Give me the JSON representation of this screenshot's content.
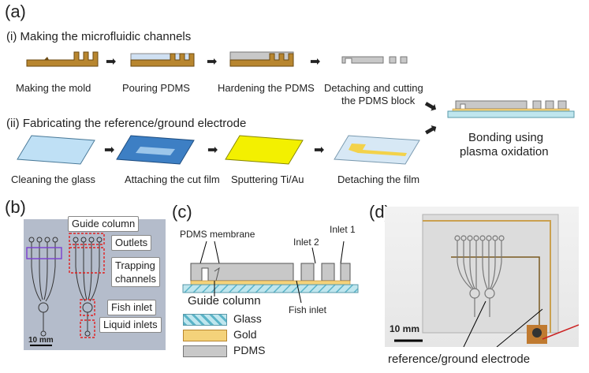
{
  "panel_a": {
    "label": "(a)",
    "section1_title": "(i) Making the microfluidic channels",
    "section1_steps": [
      "Making the mold",
      "Pouring PDMS",
      "Hardening the PDMS",
      "Detaching and cutting",
      "the PDMS block"
    ],
    "section2_title": "(ii) Fabricating the reference/ground electrode",
    "section2_steps": [
      "Cleaning the glass",
      "Attaching the cut film",
      "Sputtering Ti/Au",
      "Detaching the film"
    ],
    "final_step": [
      "Bonding using",
      "plasma oxidation"
    ]
  },
  "panel_b": {
    "label": "(b)",
    "callouts": [
      "Guide column",
      "Outlets",
      "Trapping",
      "channels",
      "Fish inlet",
      "Liquid inlets"
    ],
    "scale_bar": "10 mm"
  },
  "panel_c": {
    "label": "(c)",
    "pdms_membrane": "PDMS membrane",
    "inlet2": "Inlet 2",
    "inlet1": "Inlet 1",
    "guide_column": "Guide column",
    "fish_inlet": "Fish inlet",
    "legend": [
      "Glass",
      "Gold",
      "PDMS"
    ]
  },
  "panel_d": {
    "label": "(d)",
    "scale_bar": "10 mm",
    "caption": "reference/ground electrode"
  },
  "colors": {
    "mold": "#b8862f",
    "pdms": "#c8c8c8",
    "pdms_fill": "#cfe0f2",
    "glass": "#bfe6ee",
    "gold": "#f4d27a",
    "yellow": "#f3f000",
    "dashed_red": "#e02020"
  }
}
